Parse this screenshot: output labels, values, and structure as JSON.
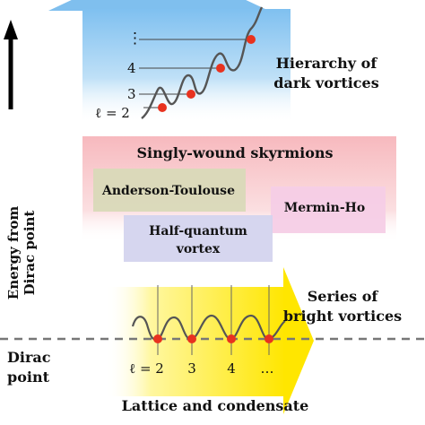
{
  "axis": {
    "vertical_label_line1": "Energy from",
    "vertical_label_line2": "Dirac point",
    "dirac_label_line1": "Dirac",
    "dirac_label_line2": "point"
  },
  "top_panel": {
    "title_line1": "Hierarchy of",
    "title_line2": "dark vortices",
    "level_labels": [
      "ℓ = 2",
      "3",
      "4",
      "⋮"
    ]
  },
  "middle_panel": {
    "title": "Singly-wound skyrmions",
    "boxes": {
      "anderson_toulouse": "Anderson-Toulouse",
      "mermin_ho": "Mermin-Ho",
      "half_quantum_line1": "Half-quantum",
      "half_quantum_line2": "vortex"
    }
  },
  "bottom_panel": {
    "title_line1": "Series of",
    "title_line2": "bright vortices",
    "level_labels": [
      "ℓ = 2",
      "3",
      "4",
      "…"
    ],
    "caption": "Lattice and condensate"
  },
  "colors": {
    "top_arrow_blue": "#8ec8f2",
    "middle_pink": "#f9c6c9",
    "anderson_box": "#d9d9b8",
    "mermin_box": "#f5cde6",
    "half_box": "#d4d4ee",
    "bottom_yellow": "#ffef2a",
    "marker_red": "#e8321f"
  }
}
